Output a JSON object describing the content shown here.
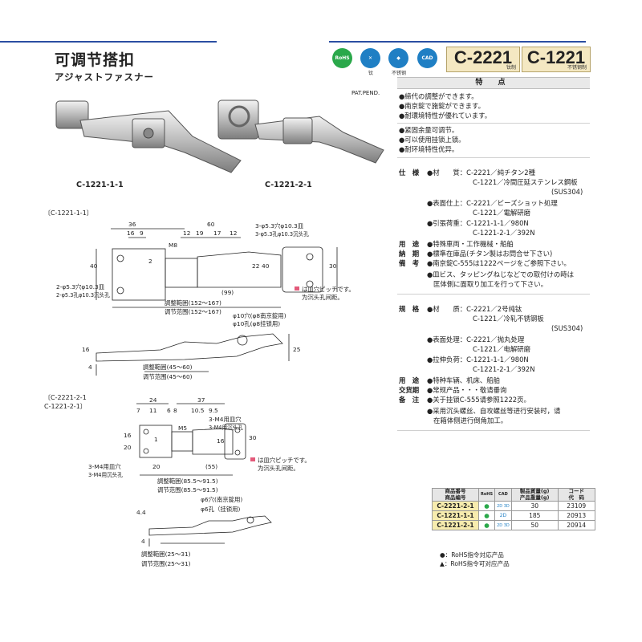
{
  "header": {
    "title_zh": "可调节搭扣",
    "title_jp": "アジャストファスナー",
    "badges": [
      {
        "icon": "rohs-leaf-icon",
        "text": "RoHS",
        "label": "",
        "color": "#2aa84a"
      },
      {
        "icon": "titanium-icon",
        "text": "",
        "label": "钛",
        "color": "#1f7fc4"
      },
      {
        "icon": "stainless-icon",
        "text": "",
        "label": "不锈钢",
        "color": "#1f7fc4"
      },
      {
        "icon": "cad-icon",
        "text": "CAD",
        "label": "",
        "color": "#1f7fc4"
      }
    ],
    "codes": [
      {
        "code": "C-2221",
        "sub": "钛制"
      },
      {
        "code": "C-1221",
        "sub": "不锈钢制"
      }
    ]
  },
  "photos": {
    "pat": "PAT.PEND.",
    "label1": "C-1221-1-1",
    "label2": "C-1221-2-1"
  },
  "features": {
    "heading": "特 点",
    "jp": [
      "●締代の調整ができます。",
      "●南京錠で施錠ができます。",
      "●耐環境特性が優れています。"
    ],
    "zh": [
      "●紧固余量可调节。",
      "●可以使用挂锁上锁。",
      "●耐环境特性优异。"
    ]
  },
  "spec_jp": {
    "rows": [
      {
        "k": "仕　様",
        "v": "●材　　質：C-2221／純チタン2種"
      },
      {
        "k": "",
        "v": "C-1221／冷間圧延ステンレス鋼板"
      },
      {
        "k": "",
        "v": "(SUS304)"
      },
      {
        "k": "",
        "v": "●表面仕上：C-2221／ビーズショット処理"
      },
      {
        "k": "",
        "v": "C-1221／電解研磨"
      },
      {
        "k": "",
        "v": "●引張荷重：C-1221-1-1／980N"
      },
      {
        "k": "",
        "v": "C-1221-2-1／392N"
      },
      {
        "k": "用　途",
        "v": "●特殊車両・工作機械・船舶"
      },
      {
        "k": "納　期",
        "v": "●標準在庫品(チタン製はお問合せ下さい)"
      },
      {
        "k": "備　考",
        "v": "●南京錠C-555は1222ページをご参照下さい。"
      },
      {
        "k": "",
        "v": "●皿ビス、タッピングねじなどでの取付けの時は"
      },
      {
        "k": "",
        "v": "匡体側に面取り加工を行って下さい。"
      }
    ]
  },
  "spec_zh": {
    "rows": [
      {
        "k": "规　格",
        "v": "●材　　质：C-2221／2号纯钛"
      },
      {
        "k": "",
        "v": "C-1221／冷轧不锈钢板"
      },
      {
        "k": "",
        "v": "(SUS304)"
      },
      {
        "k": "",
        "v": "●表面处理：C-2221／抛丸处理"
      },
      {
        "k": "",
        "v": "C-1221／电解研磨"
      },
      {
        "k": "",
        "v": "●拉伸负荷：C-1221-1-1／980N"
      },
      {
        "k": "",
        "v": "C-1221-2-1／392N"
      },
      {
        "k": "用　途",
        "v": "●特种车辆、机床、船舶"
      },
      {
        "k": "交货期",
        "v": "●常规产品・・・敬请垂询"
      },
      {
        "k": "备　注",
        "v": "●关于挂锁C-555请参照1222页。"
      },
      {
        "k": "",
        "v": "●采用沉头螺丝、自攻螺丝等进行安装时，请"
      },
      {
        "k": "",
        "v": "在箱体侧进行倒角加工。"
      }
    ]
  },
  "drawing1": {
    "label": "〔C-1221-1-1〕",
    "dims": [
      "36",
      "16",
      "9",
      "60",
      "12",
      "19",
      "17",
      "12",
      "M8",
      "3-φ5.3穴φ10.3皿",
      "3-φ5.3孔φ10.3沉头孔",
      "40",
      "2",
      "22",
      "40",
      "30",
      "2-φ5.3穴φ10.3皿",
      "2-φ5.3孔φ10.3沉头孔",
      "(99)",
      "調整範囲(152～167)",
      "调节范围(152～167)",
      "は皿穴ピッチです。",
      "为沉头孔间距。"
    ],
    "side": [
      "φ10穴(φ8南京錠用)",
      "φ10孔(φ8挂锁用)",
      "16",
      "4",
      "25",
      "調整範囲(45～60)",
      "调节范围(45～60)"
    ]
  },
  "drawing2": {
    "label": [
      "〔C-2221-2-1",
      "C-1221-2-1〕"
    ],
    "dims": [
      "7",
      "24",
      "11",
      "6",
      "8",
      "37",
      "10.5",
      "9.5",
      "3-M4用皿穴",
      "3-M4用沉头孔",
      "M5",
      "1",
      "16",
      "20",
      "30",
      "16",
      "20",
      "3-M4用皿穴",
      "3-M4用沉头孔",
      "(55)",
      "調整範囲(85.5～91.5)",
      "调节范围(85.5～91.5)",
      "は皿穴ピッチです。",
      "为沉头孔间距。"
    ],
    "side": [
      "φ6穴(南京錠用)",
      "φ6孔（挂锁用)",
      "4.4",
      "4",
      "調整範囲(25～31)",
      "调节范围(25～31)"
    ]
  },
  "table": {
    "headers": [
      "商品番号\n商品编号",
      "RoHS",
      "CAD",
      "製品質量(g)\n产品重量(g)",
      "コード\n代　码"
    ],
    "rows": [
      {
        "code": "C-2221-2-1",
        "rohs": "●",
        "cad": "2D 3D",
        "weight": "30",
        "num": "23109"
      },
      {
        "code": "C-1221-1-1",
        "rohs": "●",
        "cad": "2D",
        "weight": "185",
        "num": "20913"
      },
      {
        "code": "C-1221-2-1",
        "rohs": "●",
        "cad": "2D 3D",
        "weight": "50",
        "num": "20914"
      }
    ],
    "notes": [
      "●：RoHS指令対応产品",
      "▲：RoHS指令可对应产品"
    ]
  }
}
